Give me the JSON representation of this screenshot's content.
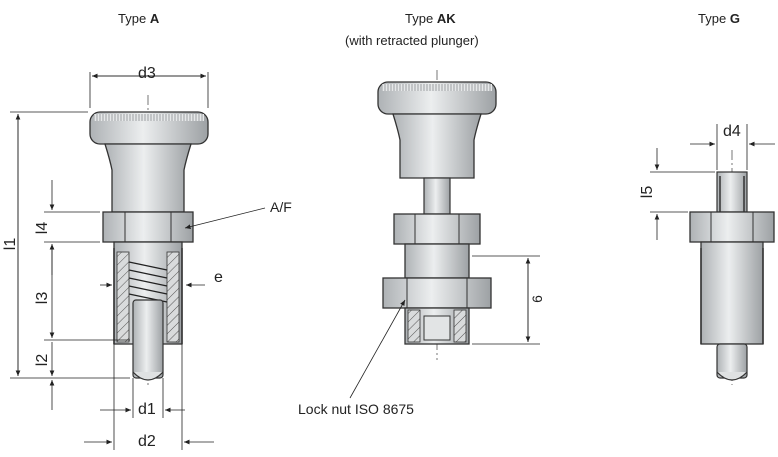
{
  "types": {
    "a": {
      "prefix": "Type",
      "code": "A"
    },
    "ak": {
      "prefix": "Type",
      "code": "AK",
      "subtitle": "(with retracted plunger)"
    },
    "g": {
      "prefix": "Type",
      "code": "G"
    }
  },
  "dimensions": {
    "d3": "d3",
    "l1": "l1",
    "l4": "l4",
    "l3": "l3",
    "l2": "l2",
    "af": "A/F",
    "e": "e",
    "d1": "d1",
    "d2": "d2",
    "six": "6",
    "d4": "d4",
    "l5": "l5"
  },
  "callouts": {
    "lock_nut": "Lock nut ISO 8675"
  }
}
